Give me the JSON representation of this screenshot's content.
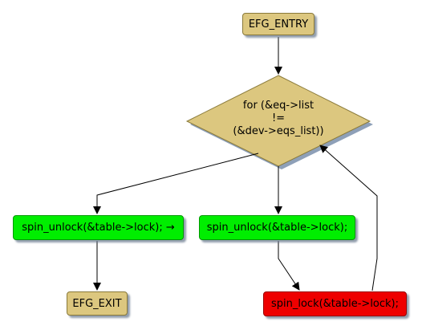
{
  "diagram": {
    "entry": "EFG_ENTRY",
    "loop_condition": [
      "for (&eq->list",
      "!=",
      "(&dev->eqs_list))"
    ],
    "left_branch": "spin_unlock(&table->lock); →",
    "right_branch": "spin_unlock(&table->lock);",
    "exit": "EFG_EXIT",
    "relock": "spin_lock(&table->lock);"
  },
  "colors": {
    "terminal_fill": "#dcc77f",
    "decision_fill": "#dcc77f",
    "action_fill": "#00ee00",
    "error_fill": "#ee0000",
    "arrow": "#000000"
  }
}
